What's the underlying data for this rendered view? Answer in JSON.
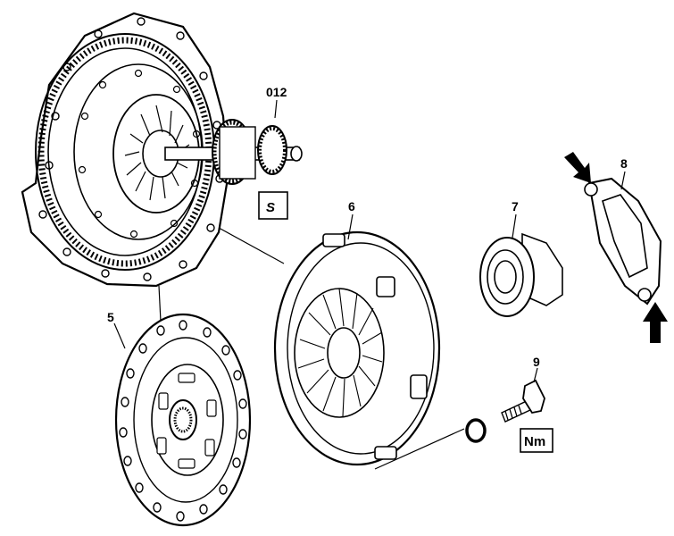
{
  "callouts": {
    "tool": "012",
    "disc": "5",
    "pressure_plate": "6",
    "bearing": "7",
    "spring": "8",
    "bolt": "9"
  },
  "symbols": {
    "tool_icon": "S",
    "torque_icon": "Nm"
  }
}
